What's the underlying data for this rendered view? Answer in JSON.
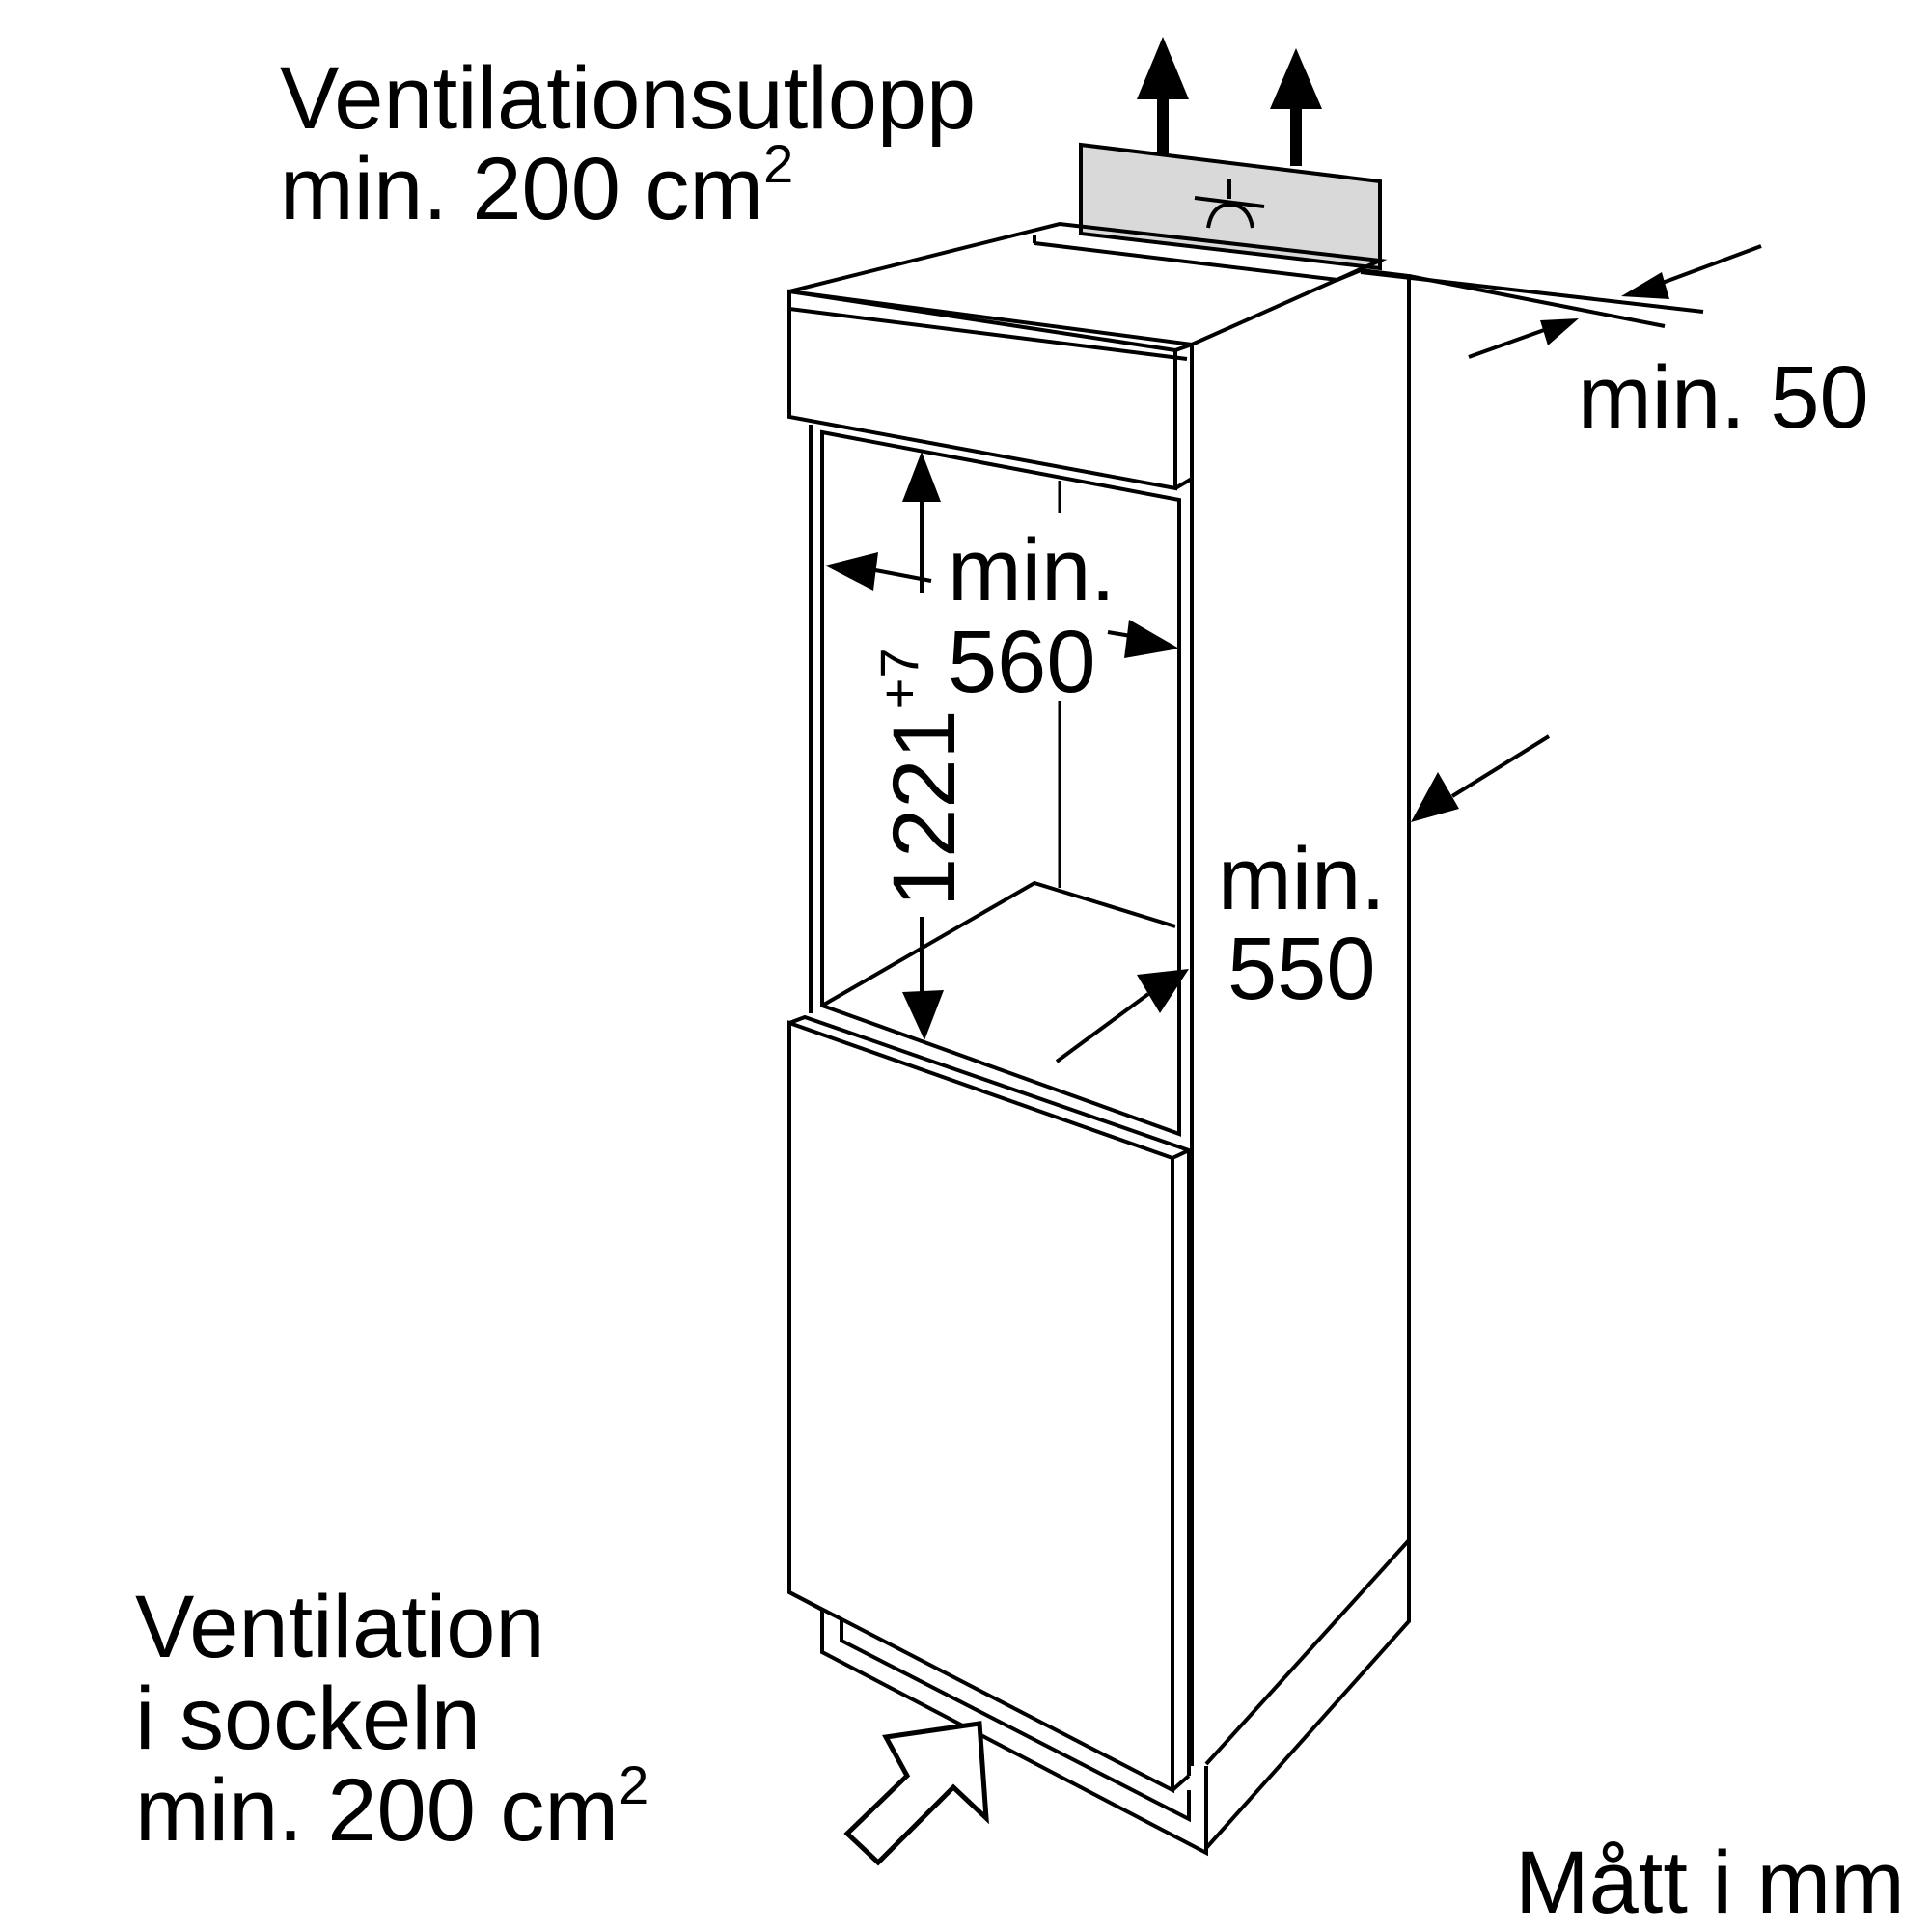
{
  "labels": {
    "outlet_line1": "Ventilationsutlopp",
    "outlet_line2": "min. 200 cm",
    "outlet_sup": "2",
    "top_gap": "min. 50",
    "niche_width_line1": "min.",
    "niche_width_line2": "560",
    "niche_height": "1221",
    "niche_height_tol": "+7",
    "depth_line1": "min.",
    "depth_line2": "550",
    "plinth_line1": "Ventilation",
    "plinth_line2": "i sockeln",
    "plinth_line3": "min. 200 cm",
    "plinth_sup": "2",
    "units": "Mått i mm"
  },
  "colors": {
    "line": "#000000",
    "vent_panel": "#d9d9d9",
    "background": "#ffffff"
  },
  "icons": [
    "up-arrow-icon",
    "up-arrow-icon",
    "socket-icon",
    "inlet-arrow-icon"
  ]
}
